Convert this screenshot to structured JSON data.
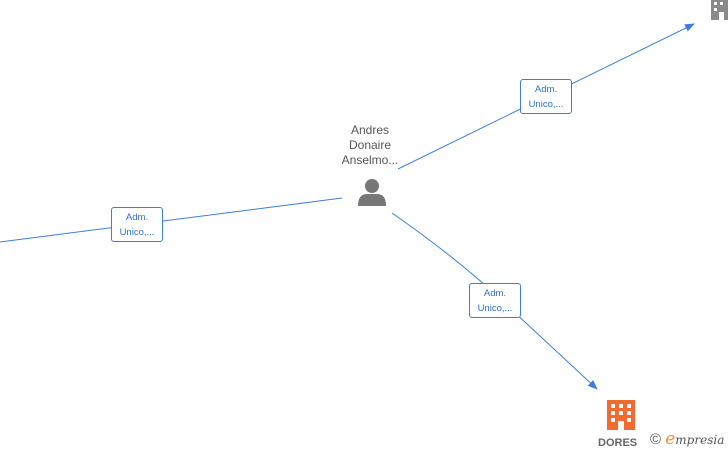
{
  "person": {
    "name_line1": "Andres",
    "name_line2": "Donaire",
    "name_line3": "Anselmo..."
  },
  "edges": [
    {
      "line1": "Adm.",
      "line2": "Unico,..."
    },
    {
      "line1": "Adm.",
      "line2": "Unico,..."
    },
    {
      "line1": "Adm.",
      "line2": "Unico,..."
    }
  ],
  "companies": {
    "bottom_name": "DORES"
  },
  "brand": {
    "copyright": "©",
    "e_letter": "e",
    "rest": "mpresia"
  },
  "colors": {
    "edge": "#3d7fd8",
    "person_icon": "#777777",
    "company_main": "#f26a2e",
    "company_gray": "#8a8a8a"
  }
}
